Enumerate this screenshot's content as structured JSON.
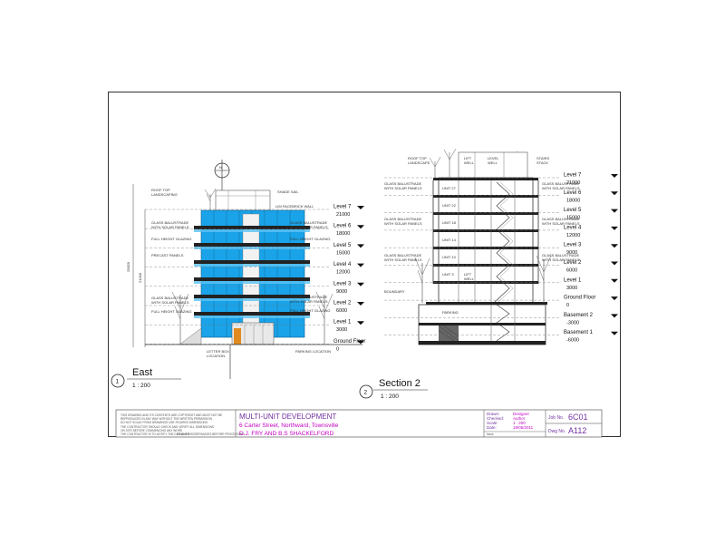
{
  "east_view": {
    "number": "1",
    "title": "East",
    "scale": "1 : 200",
    "levels": [
      {
        "label": "Level 7",
        "value": "21000"
      },
      {
        "label": "Level 6",
        "value": "18000"
      },
      {
        "label": "Level 5",
        "value": "15000"
      },
      {
        "label": "Level 4",
        "value": "12000"
      },
      {
        "label": "Level 3",
        "value": "9000"
      },
      {
        "label": "Level 2",
        "value": "6000"
      },
      {
        "label": "Level 1",
        "value": "3000"
      },
      {
        "label": "Ground Floor",
        "value": "0"
      }
    ],
    "dims": {
      "overall": "25820",
      "middle": "21000"
    },
    "labels_left": [
      "ROOF TOP",
      "LANDSCAPING",
      "GLASS BALUSTRADE",
      "WITH SOLAR PANELS",
      "FULL HEIGHT GLAZING",
      "PRECAST PANELS",
      "GLASS BALUSTRADE",
      "WITH SOLAR PANELS",
      "FULL HEIGHT GLAZING"
    ],
    "labels_right": [
      "SHADE SAIL",
      "LIM FACEBRICK WALL",
      "GLASS BALUSTRADE",
      "WITH SOLAR PANELS",
      "FULL HEIGHT GLAZING",
      "GLASS BALUSTRADE",
      "WITH SOLAR PANELS",
      "FULL HEIGHT GLAZING"
    ],
    "labels_bottom": [
      "LETTER BOX",
      "LOCATION",
      "PARKING LOCATION"
    ],
    "north": "N"
  },
  "section_view": {
    "number": "2",
    "title": "Section 2",
    "scale": "1 : 200",
    "levels": [
      {
        "label": "Level 7",
        "value": "21000"
      },
      {
        "label": "Level 6",
        "value": "18000"
      },
      {
        "label": "Level 5",
        "value": "15000"
      },
      {
        "label": "Level 4",
        "value": "12000"
      },
      {
        "label": "Level 3",
        "value": "9000"
      },
      {
        "label": "Level 2",
        "value": "6000"
      },
      {
        "label": "Level 1",
        "value": "3000"
      },
      {
        "label": "Ground Floor",
        "value": "0"
      },
      {
        "label": "Basement 2",
        "value": "-3000"
      },
      {
        "label": "Basement 1",
        "value": "-6000"
      }
    ],
    "labels_top": [
      "ROOF TOP",
      "LANDSCAPE",
      "LIFT",
      "WELL",
      "LEVEL",
      "WELL",
      "STAIRS",
      "STACK"
    ],
    "labels_left": [
      "GLASS BALUSTRADE",
      "WITH SOLAR PANELS",
      "GLASS BALUSTRADE",
      "WITH SOLAR PANELS",
      "GLASS BALUSTRADE",
      "WITH SOLAR PANELS",
      "BOUNDARY"
    ],
    "labels_right": [
      "GLASS BALUSTRADE",
      "WITH SOLAR PANELS",
      "GLASS BALUSTRADE",
      "WITH SOLAR PANELS",
      "GLASS BALUSTRADE",
      "WITH SOLAR PANELS"
    ],
    "units": [
      "UNIT 27",
      "UNIT 22",
      "UNIT 18",
      "UNIT 14",
      "UNIT 10",
      "UNIT 3"
    ],
    "lift": [
      "LIFT",
      "WELL"
    ],
    "parking": "PARKING"
  },
  "title_block": {
    "notes": [
      "THIS DRAWING AND ITS CONTENTS ARE COPYRIGHT AND MUST NOT BE",
      "REPRODUCED IN ANY WAY WITHOUT THE WRITTEN PERMISSION",
      "DO NOT SCALE FROM DRAWINGS USE FIGURED DIMENSIONS",
      "THE CONTRACTOR SHOULD CHECK AND VERIFY ALL DIMENSIONS",
      "ON SITE BEFORE COMMENCING ANY WORK",
      "THE CONTRACTOR IS TO NOTIFY THE DESIGNER",
      "OF ANY DISCREPANCIES BEFORE PROCEEDING"
    ],
    "project": "MULTI-UNIT DEVELOPMENT",
    "address": "6 Carter Street, Northward, Townsville",
    "client": "D.J. FRY AND B.S SHACKELFORD",
    "drawn_label": "Drawn:",
    "drawn_value": "Designer",
    "checked_label": "Checked:",
    "checked_value": "Author",
    "scale_label": "Scale:",
    "scale_value": "1 : 200",
    "date_label": "Date:",
    "date_value": "18/05/2011",
    "job_label": "Job No.",
    "job_value": "6C01",
    "dwg_label": "Dwg No.",
    "dwg_value": "A112",
    "issue": "Issue"
  },
  "colors": {
    "glazing": "#1aa3e8",
    "pink": "#c000c0",
    "purple": "#7030a0"
  }
}
